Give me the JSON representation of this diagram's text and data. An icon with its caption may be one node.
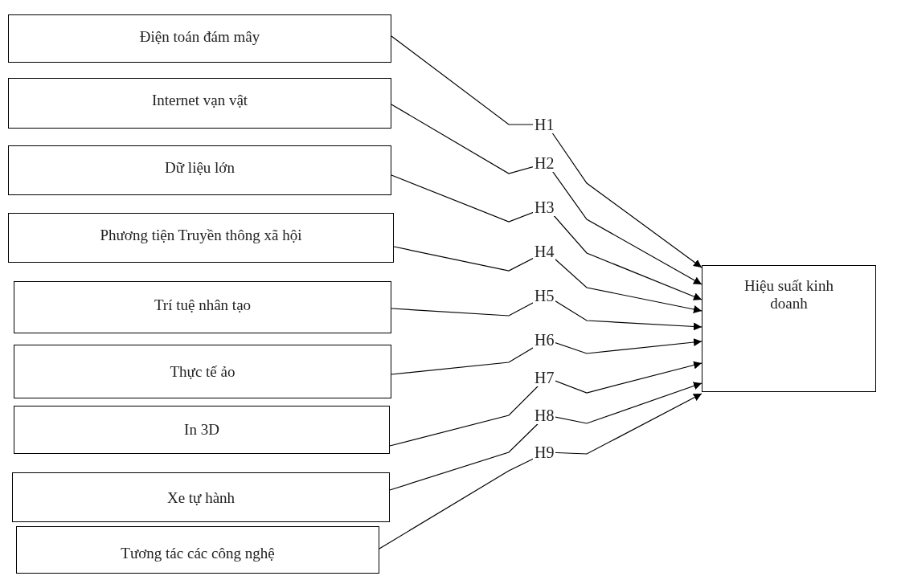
{
  "diagram": {
    "nodes": [
      {
        "text": [
          "Điện toán đám mây"
        ]
      },
      {
        "text": [
          "Internet vạn vật"
        ]
      },
      {
        "text": [
          "Dữ liệu lớn"
        ]
      },
      {
        "text": [
          "Phương tiện Truyền thông xã hội"
        ]
      },
      {
        "text": [
          "Trí tuệ nhân tạo"
        ]
      },
      {
        "text": [
          "Thực tế ảo"
        ]
      },
      {
        "text": [
          "In 3D"
        ]
      },
      {
        "text": [
          "Xe tự hành"
        ]
      },
      {
        "text": [
          "Tương tác các công nghệ"
        ]
      },
      {
        "text": [
          "Hiệu suất kinh doanh"
        ]
      }
    ],
    "edges": [
      {
        "from": 0,
        "to": 9,
        "arrow": "to",
        "label": "H1"
      },
      {
        "from": 1,
        "to": 9,
        "arrow": "to",
        "label": "H2"
      },
      {
        "from": 2,
        "to": 9,
        "arrow": "to",
        "label": "H3"
      },
      {
        "from": 3,
        "to": 9,
        "arrow": "to",
        "label": "H4"
      },
      {
        "from": 4,
        "to": 9,
        "arrow": "to",
        "label": "H5"
      },
      {
        "from": 5,
        "to": 9,
        "arrow": "to",
        "label": "H6"
      },
      {
        "from": 6,
        "to": 9,
        "arrow": "to",
        "label": "H7"
      },
      {
        "from": 7,
        "to": 9,
        "arrow": "to",
        "label": "H8"
      },
      {
        "from": 8,
        "to": 9,
        "arrow": "to",
        "label": "H9"
      }
    ]
  }
}
